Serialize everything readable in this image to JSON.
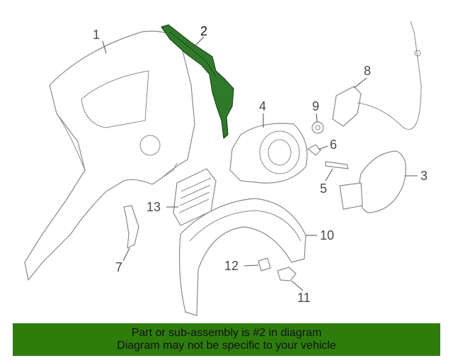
{
  "callouts": [
    {
      "id": "1",
      "label": "1"
    },
    {
      "id": "2",
      "label": "2"
    },
    {
      "id": "3",
      "label": "3"
    },
    {
      "id": "4",
      "label": "4"
    },
    {
      "id": "5",
      "label": "5"
    },
    {
      "id": "6",
      "label": "6"
    },
    {
      "id": "7",
      "label": "7"
    },
    {
      "id": "8",
      "label": "8"
    },
    {
      "id": "9",
      "label": "9"
    },
    {
      "id": "10",
      "label": "10"
    },
    {
      "id": "11",
      "label": "11"
    },
    {
      "id": "12",
      "label": "12"
    },
    {
      "id": "13",
      "label": "13"
    }
  ],
  "highlighted_part": "2",
  "colors": {
    "highlight_part": "#2f7a2a",
    "banner_background": "#2e7d0c",
    "line_art": "#8a8a8a"
  },
  "banner": {
    "line1": "Part or sub-assembly is #2 in diagram",
    "line2": "Diagram may not be specific to your vehicle"
  }
}
